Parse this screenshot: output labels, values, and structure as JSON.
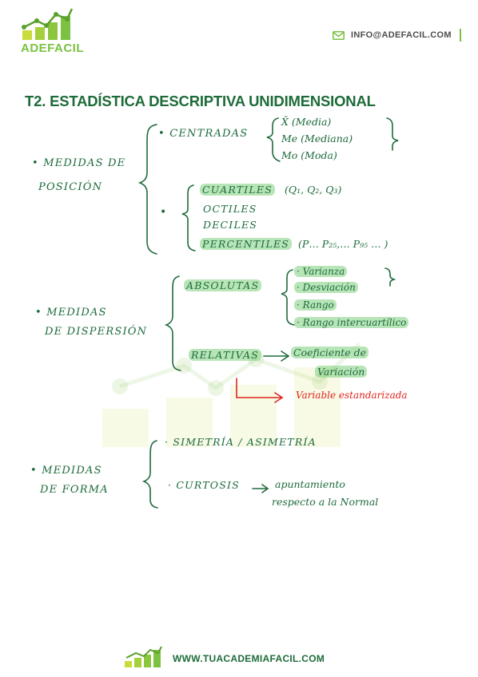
{
  "header": {
    "logo_text": "ADEFACIL",
    "email": "INFO@ADEFACIL.COM",
    "brand_color": "#7bc142"
  },
  "title": "T2. ESTADÍSTICA DESCRIPTIVA UNIDIMENSIONAL",
  "posicion": {
    "label_line1": "• MEDIDAS DE",
    "label_line2": "POSICIÓN",
    "centradas": {
      "label": "• CENTRADAS",
      "items": [
        "X̄ (Media)",
        "Me (Mediana)",
        "Mo (Moda)"
      ]
    },
    "bullet": "•",
    "cuantiles": {
      "cuartiles": "CUARTILES",
      "cuartiles_detail": "(Q₁, Q₂, Q₃)",
      "octiles": "OCTILES",
      "deciles": "DECILES",
      "percentiles": "PERCENTILES",
      "percentiles_detail": "(P… P₂₅,… P₉₅ … )"
    }
  },
  "dispersion": {
    "label_line1": "• MEDIDAS",
    "label_line2": "DE DISPERSIÓN",
    "absolutas": {
      "label": "ABSOLUTAS",
      "items": [
        "· Varianza",
        "· Desviación",
        "· Rango",
        "· Rango intercuartílico"
      ]
    },
    "relativas": {
      "label": "RELATIVAS",
      "arrow": "→",
      "result_line1": "Coeficiente de",
      "result_line2": "Variación",
      "note": "Variable estandarizada"
    }
  },
  "forma": {
    "label_line1": "• MEDIDAS",
    "label_line2": "DE FORMA",
    "simetria": "· SIMETRÍA / ASIMETRÍA",
    "curtosis": "· CURTOSIS",
    "curtosis_arrow": "→",
    "curtosis_line1": "apuntamiento",
    "curtosis_line2": "respecto a la Normal"
  },
  "footer": {
    "url": "WWW.TUACADEMIAFACIL.COM"
  }
}
